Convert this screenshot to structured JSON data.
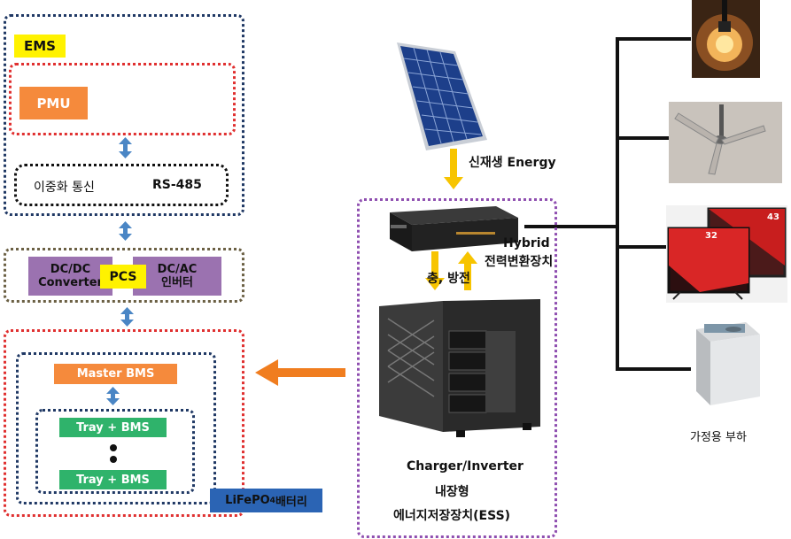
{
  "ems": {
    "label": "EMS",
    "pmu_label": "PMU",
    "comm_left": "이중화 통신",
    "comm_right": "RS-485"
  },
  "pcs": {
    "dcdc_line1": "DC/DC",
    "dcdc_line2": "Converter",
    "pcs_label": "PCS",
    "dcac_line1": "DC/AC",
    "dcac_line2": "인버터"
  },
  "battery": {
    "master_bms": "Master BMS",
    "tray_bms_top": "Tray + BMS",
    "tray_bms_bottom": "Tray + BMS",
    "lifepo4_prefix": "LiFePO",
    "lifepo4_sub": "4",
    "lifepo4_suffix": " 배터리"
  },
  "center": {
    "renewable_label": "신재생 Energy",
    "hybrid_line1": "Hybrid",
    "hybrid_line2": "전력변환장치",
    "charge_label": "충, 방전",
    "ess_line1": "Charger/Inverter",
    "ess_line2": "내장형",
    "ess_line3": "에너지저장장치(ESS)"
  },
  "loads": {
    "tv_number_1": "32",
    "tv_number_2": "43",
    "household_label": "가정용 부하"
  },
  "colors": {
    "navy_dotted": "#1f3864",
    "red_dotted": "#e03030",
    "olive_dotted": "#6b6044",
    "purple_dotted": "#8f4fb0",
    "yellow_tag": "#fff200",
    "orange_tag": "#f58a3c",
    "purple_tag": "#9b72b0",
    "green_tag": "#2fb36b",
    "blue_arrow": "#4a86c5",
    "orange_arrow": "#f07d1f",
    "yellow_arrow": "#f7c400"
  }
}
